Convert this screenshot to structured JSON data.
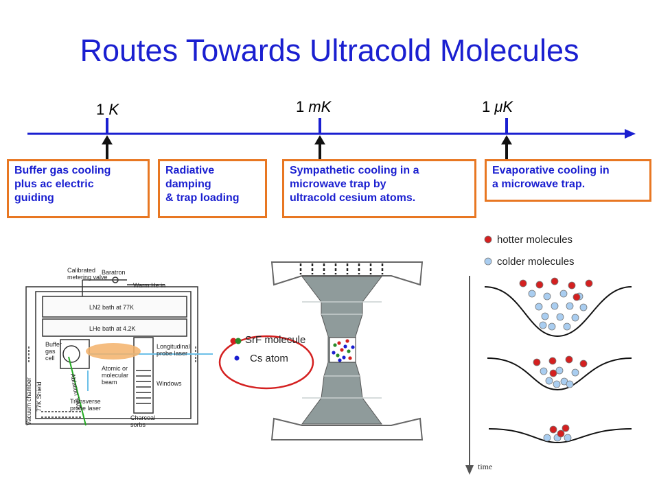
{
  "title": "Routes Towards Ultracold Molecules",
  "timeline": {
    "ticks": [
      {
        "prefix": "1 ",
        "unit": "K"
      },
      {
        "prefix": "1 ",
        "unit": "mK"
      },
      {
        "prefix": "1 ",
        "unit": "μK"
      }
    ]
  },
  "boxes": [
    {
      "text": "Buffer gas cooling\nplus ac electric\nguiding"
    },
    {
      "text": "Radiative\ndamping\n& trap loading"
    },
    {
      "text": "Sympathetic cooling in a\nmicrowave trap by\nultracold cesium atoms."
    },
    {
      "text": "Evaporative cooling in\na microwave trap."
    }
  ],
  "apparatus": {
    "labels": {
      "valve": "Calibrated\nmetering valve",
      "baratron": "Baratron",
      "warm_he": "Warm He in",
      "ln2": "LN2 bath at 77K",
      "lhe": "LHe bath at 4.2K",
      "buffer_cell": "Buffer\ngas\ncell",
      "beam": "Atomic or\nmolecular\nbeam",
      "long_laser": "Longitudinal\nprobe laser",
      "windows": "Windows",
      "charcoal": "Charcoal\nsorbs",
      "transverse": "Transverse\nprobe laser",
      "ablation": "Ablation YAG",
      "vacuum": "Vacuum chamber",
      "shield": "77K Shield"
    }
  },
  "trap_legend": {
    "srf": "SrF molecule",
    "cs": "Cs atom"
  },
  "evap_legend": {
    "hot": "hotter molecules",
    "cold": "colder molecules",
    "time": "time"
  },
  "colors": {
    "title": "#1a1fd0",
    "box_border": "#e87722",
    "box_text": "#1a1fd0",
    "axis": "#1a1fd0",
    "hot": "#d42020",
    "cold": "#a9cdf0"
  }
}
